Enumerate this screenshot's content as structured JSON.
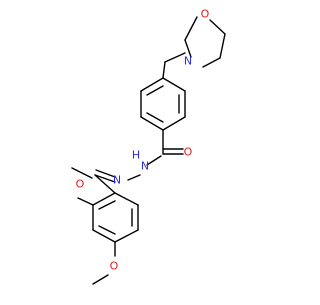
{
  "molecule": {
    "atom_labels": {
      "morpholine_o": "O",
      "morpholine_n": "N",
      "carbonyl_o": "O",
      "amide_nh": "H",
      "amide_n": "N",
      "imine_n": "N",
      "methoxy_o_ortho": "O",
      "methoxy_o_para": "O"
    },
    "colors": {
      "bond": "#000000",
      "nitrogen": "#2d2dd6",
      "oxygen": "#e02020"
    }
  }
}
